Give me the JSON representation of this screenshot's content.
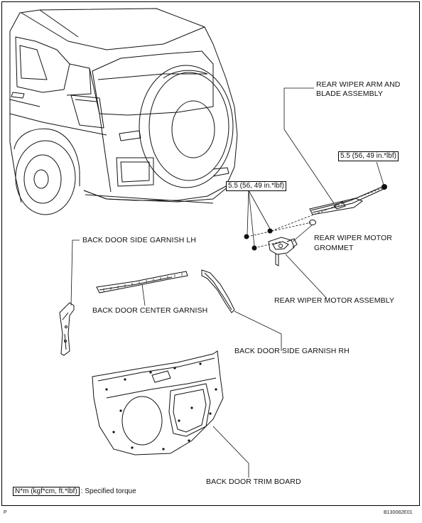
{
  "labels": {
    "wiper_arm_line1": "REAR WIPER ARM AND",
    "wiper_arm_line2": "BLADE ASSEMBLY",
    "torque_right": "5.5 (56, 49 in.*lbf)",
    "torque_left": "5.5 (56, 49 in.*lbf)",
    "grommet_line1": "REAR WIPER MOTOR",
    "grommet_line2": "GROMMET",
    "motor_assembly": "REAR WIPER MOTOR ASSEMBLY",
    "side_garnish_lh": "BACK DOOR SIDE GARNISH LH",
    "center_garnish": "BACK DOOR CENTER GARNISH",
    "side_garnish_rh": "BACK DOOR SIDE GARNISH RH",
    "trim_board": "BACK DOOR TRIM BOARD"
  },
  "legend": {
    "units": "N*m (kgf*cm, ft.*lbf)",
    "description": ": Specified torque"
  },
  "corner_marks": {
    "left": "P",
    "right": "B130082E01"
  }
}
